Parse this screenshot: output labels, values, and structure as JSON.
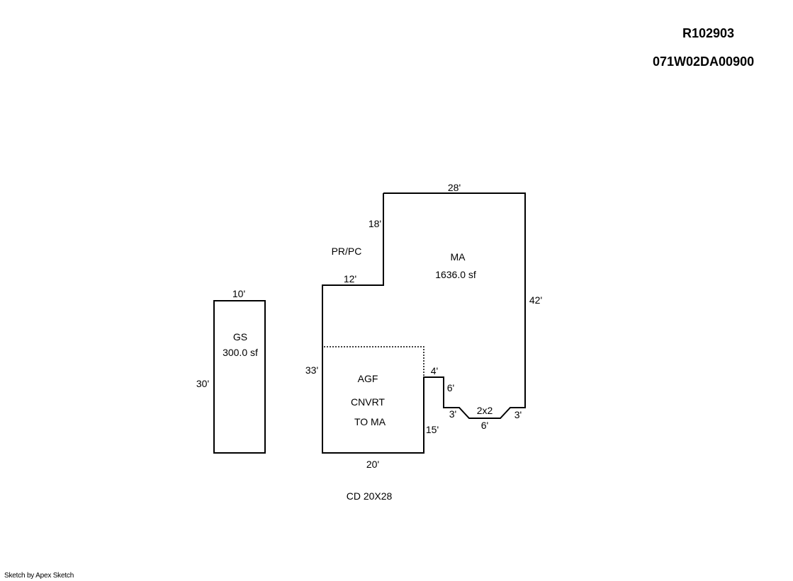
{
  "header": {
    "account_id": "R102903",
    "parcel_id": "071W02DA00900"
  },
  "sketch": {
    "garage": {
      "code": "GS",
      "area": "300.0 sf",
      "dim_top": "10'",
      "dim_left": "30'"
    },
    "main": {
      "code": "MA",
      "area": "1636.0 sf",
      "porch_label": "PR/PC",
      "dim_top": "28'",
      "dim_upper_left": "18'",
      "dim_step": "12'",
      "dim_right": "42'",
      "dim_left": "33'",
      "dim_notch_top": "4'",
      "dim_notch_side": "6'",
      "bay_label": "2x2",
      "dim_bay_left": "3'",
      "dim_bay_bottom": "6'",
      "dim_bay_right": "3'"
    },
    "garage_conversion": {
      "line1": "AGF",
      "line2": "CNVRT",
      "line3": "TO MA",
      "dim_bottom": "20'",
      "dim_right": "15'"
    },
    "deck_note": "CD 20X28"
  },
  "footer": {
    "credit": "Sketch by Apex Sketch"
  }
}
